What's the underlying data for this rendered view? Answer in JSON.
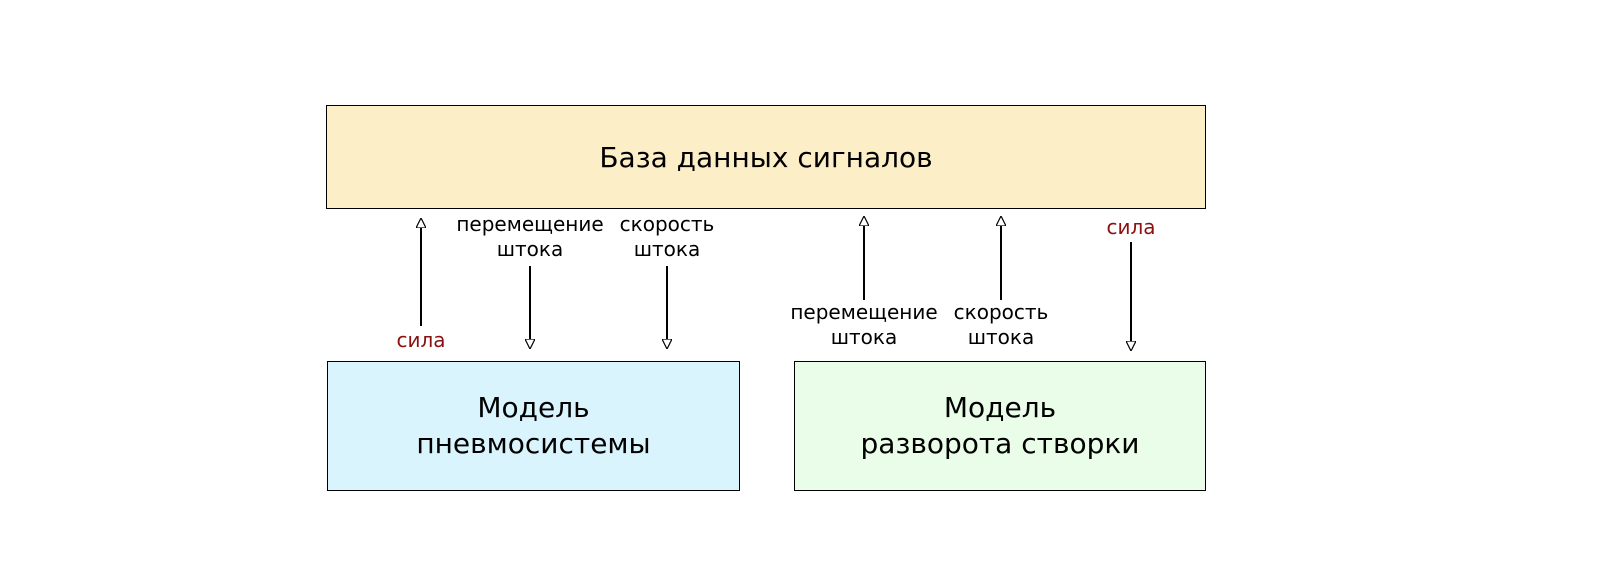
{
  "boxes": {
    "signal_db": "База данных сигналов",
    "pneumo_model": "Модель\nпневмосистемы",
    "flap_model": "Модель\nразворота створки"
  },
  "labels": {
    "force_left": "сила",
    "displacement_left": "перемещение\nштока",
    "speed_left": "скорость\nштока",
    "displacement_right": "перемещение\nштока",
    "speed_right": "скорость\nштока",
    "force_right": "сила"
  },
  "colors": {
    "signal_db_fill": "#fcefc7",
    "pneumo_fill": "#d9f4fc",
    "flap_fill": "#eafde9",
    "force_label": "#8b1010"
  }
}
